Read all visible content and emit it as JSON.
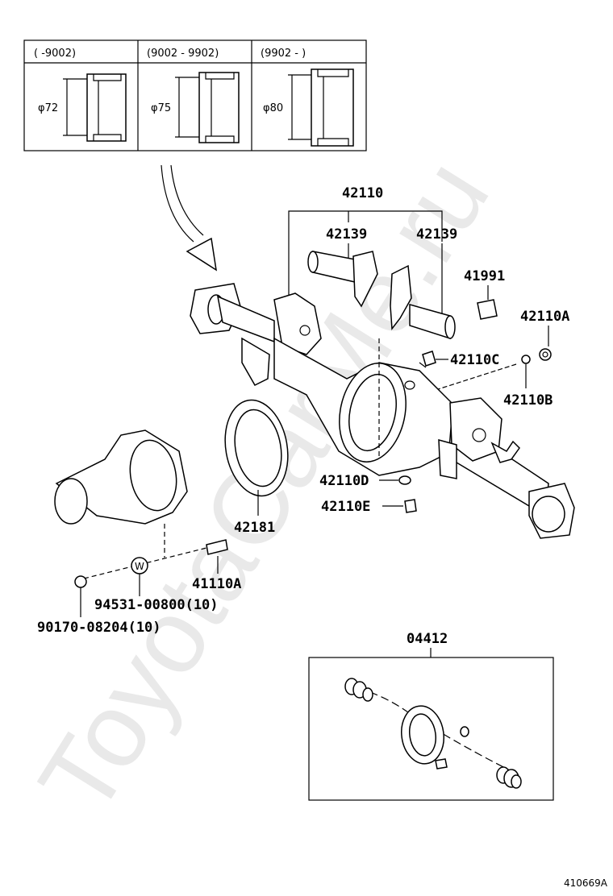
{
  "watermark": "ToyotaCarMe.ru",
  "variants": [
    {
      "range": "(      -9002)",
      "diameter": "φ72"
    },
    {
      "range": "(9002 - 9902)",
      "diameter": "φ75"
    },
    {
      "range": "(9902 -      )",
      "diameter": "φ80"
    }
  ],
  "parts": {
    "p42110": "42110",
    "p42139a": "42139",
    "p42139b": "42139",
    "p41991": "41991",
    "p42110A": "42110A",
    "p42110C": "42110C",
    "p42110B": "42110B",
    "p42181": "42181",
    "p42110D": "42110D",
    "p42110E": "42110E",
    "p41110A": "41110A",
    "p94531": "94531-00800(10)",
    "p90170": "90170-08204(10)",
    "p04412": "04412",
    "washer_mark": "W"
  },
  "figure_code": "410669A"
}
